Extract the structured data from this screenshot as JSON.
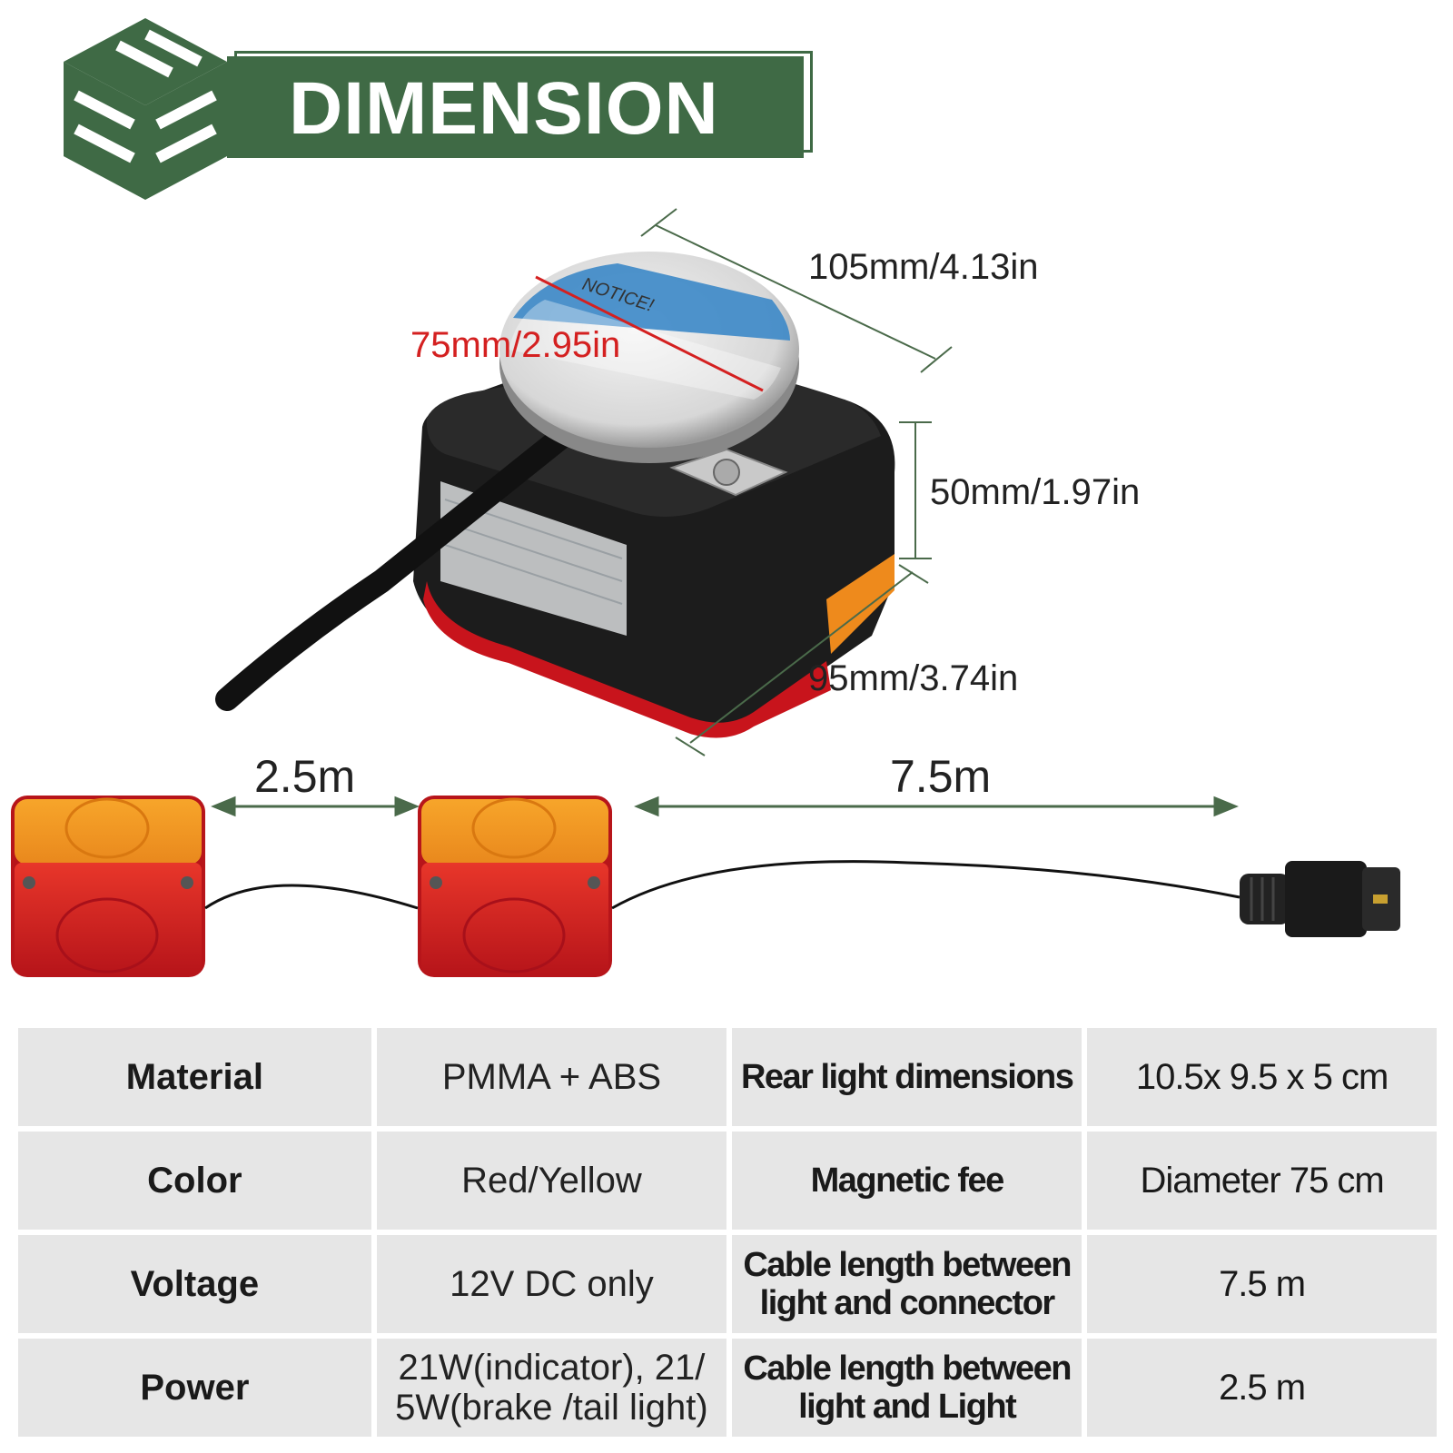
{
  "header": {
    "title": "DIMENSION",
    "brand_color": "#3f6a45"
  },
  "dimensions": {
    "width_top": "105mm/4.13in",
    "magnet_diameter": "75mm/2.95in",
    "height": "50mm/1.97in",
    "depth": "95mm/3.74in"
  },
  "cables": {
    "light_to_light": "2.5m",
    "light_to_connector": "7.5m"
  },
  "product": {
    "notice_text": "NOTICE!"
  },
  "specs": [
    {
      "label": "Material",
      "value": "PMMA + ABS",
      "label2": "Rear light dimensions",
      "value2": "10.5x 9.5 x 5 cm"
    },
    {
      "label": "Color",
      "value": "Red/Yellow",
      "label2": "Magnetic fee",
      "value2": "Diameter 75 cm"
    },
    {
      "label": "Voltage",
      "value": "12V DC only",
      "label2": "Cable length between light and connector",
      "value2": "7.5 m"
    },
    {
      "label": "Power",
      "value": "21W(indicator), 21/ 5W(brake /tail light)",
      "label2": "Cable length between light and Light",
      "value2": "2.5 m"
    }
  ]
}
